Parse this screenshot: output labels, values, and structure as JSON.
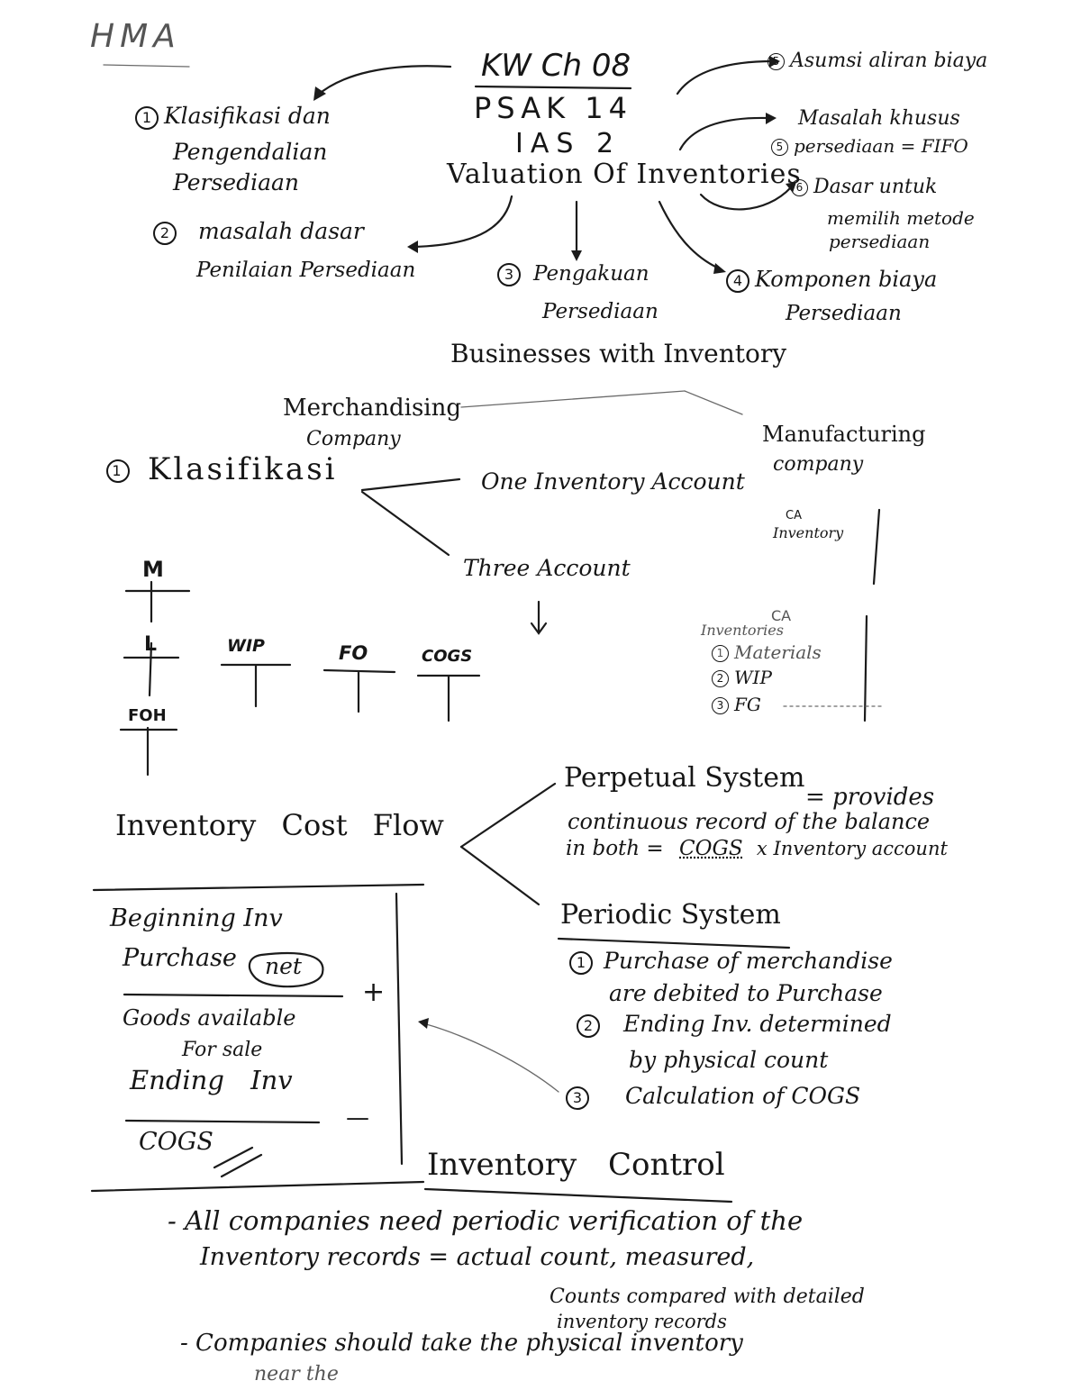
{
  "header": {
    "initials": "HMA",
    "title": "KW Ch 08",
    "psak": "PSAK 14",
    "ias": "IAS 2",
    "subtitle": "Valuation Of Inventories"
  },
  "topics": {
    "t1_num": "1",
    "t1_line1": "Klasifikasi dan",
    "t1_line2": "Pengendalian",
    "t1_line3": "Persediaan",
    "t2_num": "2",
    "t2_line1": "masalah dasar",
    "t2_line2": "Penilaian Persediaan",
    "t3_num": "3",
    "t3_line1": "Pengakuan",
    "t3_line2": "Persediaan",
    "t4_num": "4",
    "t4_line1": "Komponen biaya",
    "t4_line2": "Persediaan",
    "t5a_num": "5",
    "t5a_line1": "Asumsi aliran biaya",
    "t5b_num": "5",
    "t5b_line1": "Masalah khusus",
    "t5b_line2": "persediaan = FIFO",
    "t6_num": "6",
    "t6_line1": "Dasar untuk",
    "t6_line2": "memilih metode",
    "t6_line3": "persediaan"
  },
  "businesses": {
    "title": "Businesses with Inventory",
    "merch_line1": "Merchandising",
    "merch_line2": "Company",
    "manu_line1": "Manufacturing",
    "manu_line2": "company"
  },
  "klasifikasi": {
    "num": "1",
    "label": "Klasifikasi",
    "one_account": "One Inventory Account",
    "three_account": "Three Account",
    "ca_label": "CA",
    "ca_inventory": "Inventory",
    "ca2_label": "CA",
    "ca2_inventories": "Inventories",
    "mat_num": "1",
    "mat": "Materials",
    "wip_num": "2",
    "wip": "WIP",
    "fg_num": "3",
    "fg": "FG"
  },
  "t_accounts": {
    "m": "M",
    "l": "L",
    "foh": "FOH",
    "wip": "WIP",
    "fo": "FO",
    "cogs": "COGS"
  },
  "cost_flow": {
    "title": "Inventory Cost Flow",
    "beginning": "Beginning Inv",
    "purchase": "Purchase",
    "net": "net",
    "plus": "+",
    "goods1": "Goods available",
    "goods2": "For sale",
    "ending": "Ending Inv",
    "minus": "—",
    "cogs": "COGS"
  },
  "perpetual": {
    "title": "Perpetual System",
    "line1": "= provides",
    "line2": "continuous record of the balance",
    "line3_a": "in both =",
    "line3_cogs": "COGS",
    "line3_b": "x Inventory account"
  },
  "periodic": {
    "title": "Periodic System",
    "p1_num": "1",
    "p1_line1": "Purchase of merchandise",
    "p1_line2": "are debited to Purchase",
    "p2_num": "2",
    "p2_line1": "Ending Inv. determined",
    "p2_line2": "by physical count",
    "p3_num": "3",
    "p3_line1": "Calculation of COGS"
  },
  "control": {
    "title": "Inventory Control",
    "b1_line1": "- All companies need periodic verification of the",
    "b1_line2": "Inventory records = actual count, measured,",
    "b1_line3": "Counts compared with detailed",
    "b1_line4": "inventory records",
    "b2_line1": "- Companies should take the physical inventory",
    "b2_line2": "near the"
  }
}
